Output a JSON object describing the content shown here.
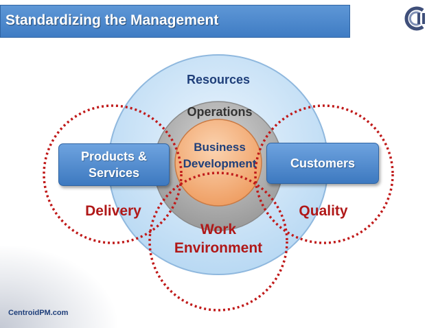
{
  "header": {
    "title": "Standardizing the Management",
    "logo_icon": "centroid-logo-icon"
  },
  "diagram": {
    "outer_ring": "Resources",
    "middle_ring": "Operations",
    "core": "Business Development",
    "left_box": "Products & Services",
    "right_box": "Customers",
    "overlaps": {
      "left": "Delivery",
      "right": "Quality",
      "bottom": "Work Environment"
    }
  },
  "footer": {
    "site": "CentroidPM.com"
  },
  "colors": {
    "title_bar": "#3f7cc4",
    "outer_ring": "#c9e2f6",
    "middle_ring": "#a8a8a8",
    "core": "#f4b07d",
    "dashed_circles": "#c01a1a",
    "overlap_text": "#b01818"
  }
}
